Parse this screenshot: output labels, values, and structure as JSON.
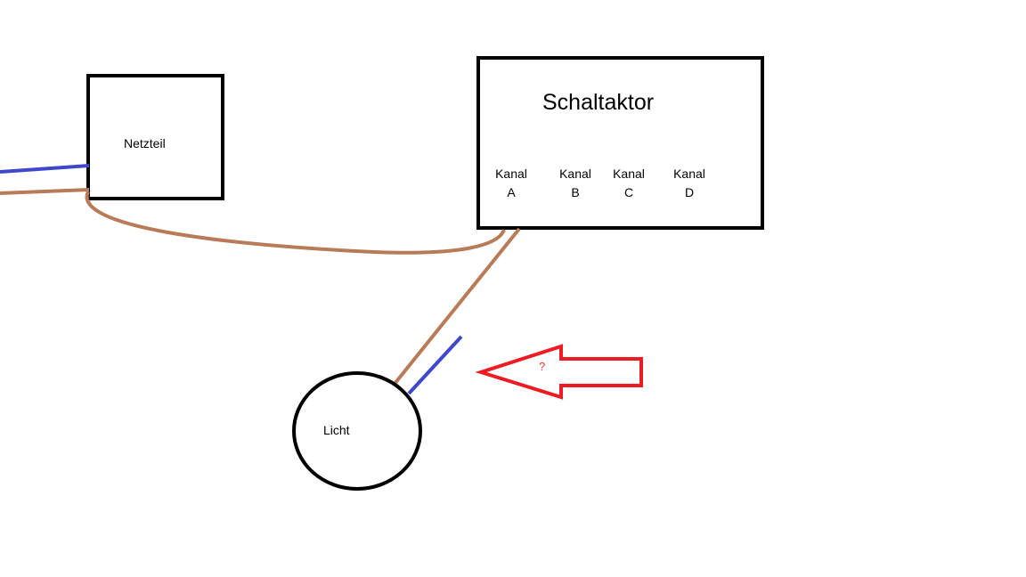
{
  "netzteil": {
    "label": "Netzteil"
  },
  "schaltaktor": {
    "title": "Schaltaktor",
    "channels": [
      {
        "word": "Kanal",
        "letter": "A"
      },
      {
        "word": "Kanal",
        "letter": "B"
      },
      {
        "word": "Kanal",
        "letter": "C"
      },
      {
        "word": "Kanal",
        "letter": "D"
      }
    ]
  },
  "licht": {
    "label": "Licht"
  },
  "question": {
    "label": "?"
  },
  "colors": {
    "outline": "#000000",
    "wire_brown": "#b97a57",
    "wire_blue": "#3f48cc",
    "arrow_red": "#ed1c24"
  }
}
